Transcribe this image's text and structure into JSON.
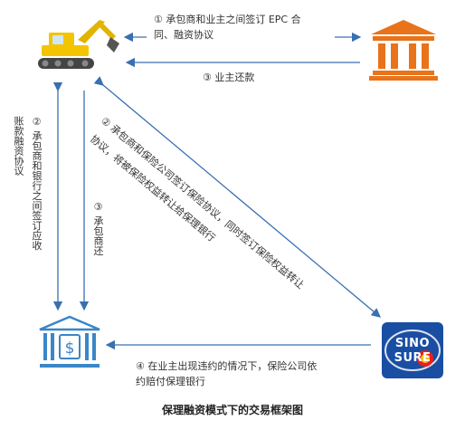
{
  "diagram": {
    "caption": "保理融资模式下的交易框架图",
    "nodes": {
      "contractor": {
        "icon": "excavator-icon"
      },
      "owner": {
        "icon": "classical-building-icon"
      },
      "bank": {
        "icon": "bank-dollar-icon"
      },
      "insurer": {
        "icon": "sinosure-logo",
        "logo_line1": "SINO",
        "logo_line2": "SURE"
      }
    },
    "edges": {
      "epc_contract_line1": "① 承包商和业主之间签订 EPC 合",
      "epc_contract_line2": "同、融资协议",
      "owner_repay": "③ 业主还款",
      "receivable_agreement_label": "账款融资协议",
      "bank_agreement": "② 承包商和银行之间签订应收",
      "contractor_repay": "③ 承包商还",
      "insurance_line1": "② 承包商和保险公司签订保险协议，同时签订保险权益转让",
      "insurance_line2": "协议，将被保险权益转让给保理银行",
      "default_compensation_line1": "④ 在业主出现违约的情况下，保险公司依",
      "default_compensation_line2": "约赔付保理银行"
    },
    "colors": {
      "arrow": "#3a6fb0",
      "excavator": "#f2c500",
      "building": "#e8731a",
      "bank": "#3a86c8",
      "sinosure": "#1a4ea3"
    }
  }
}
